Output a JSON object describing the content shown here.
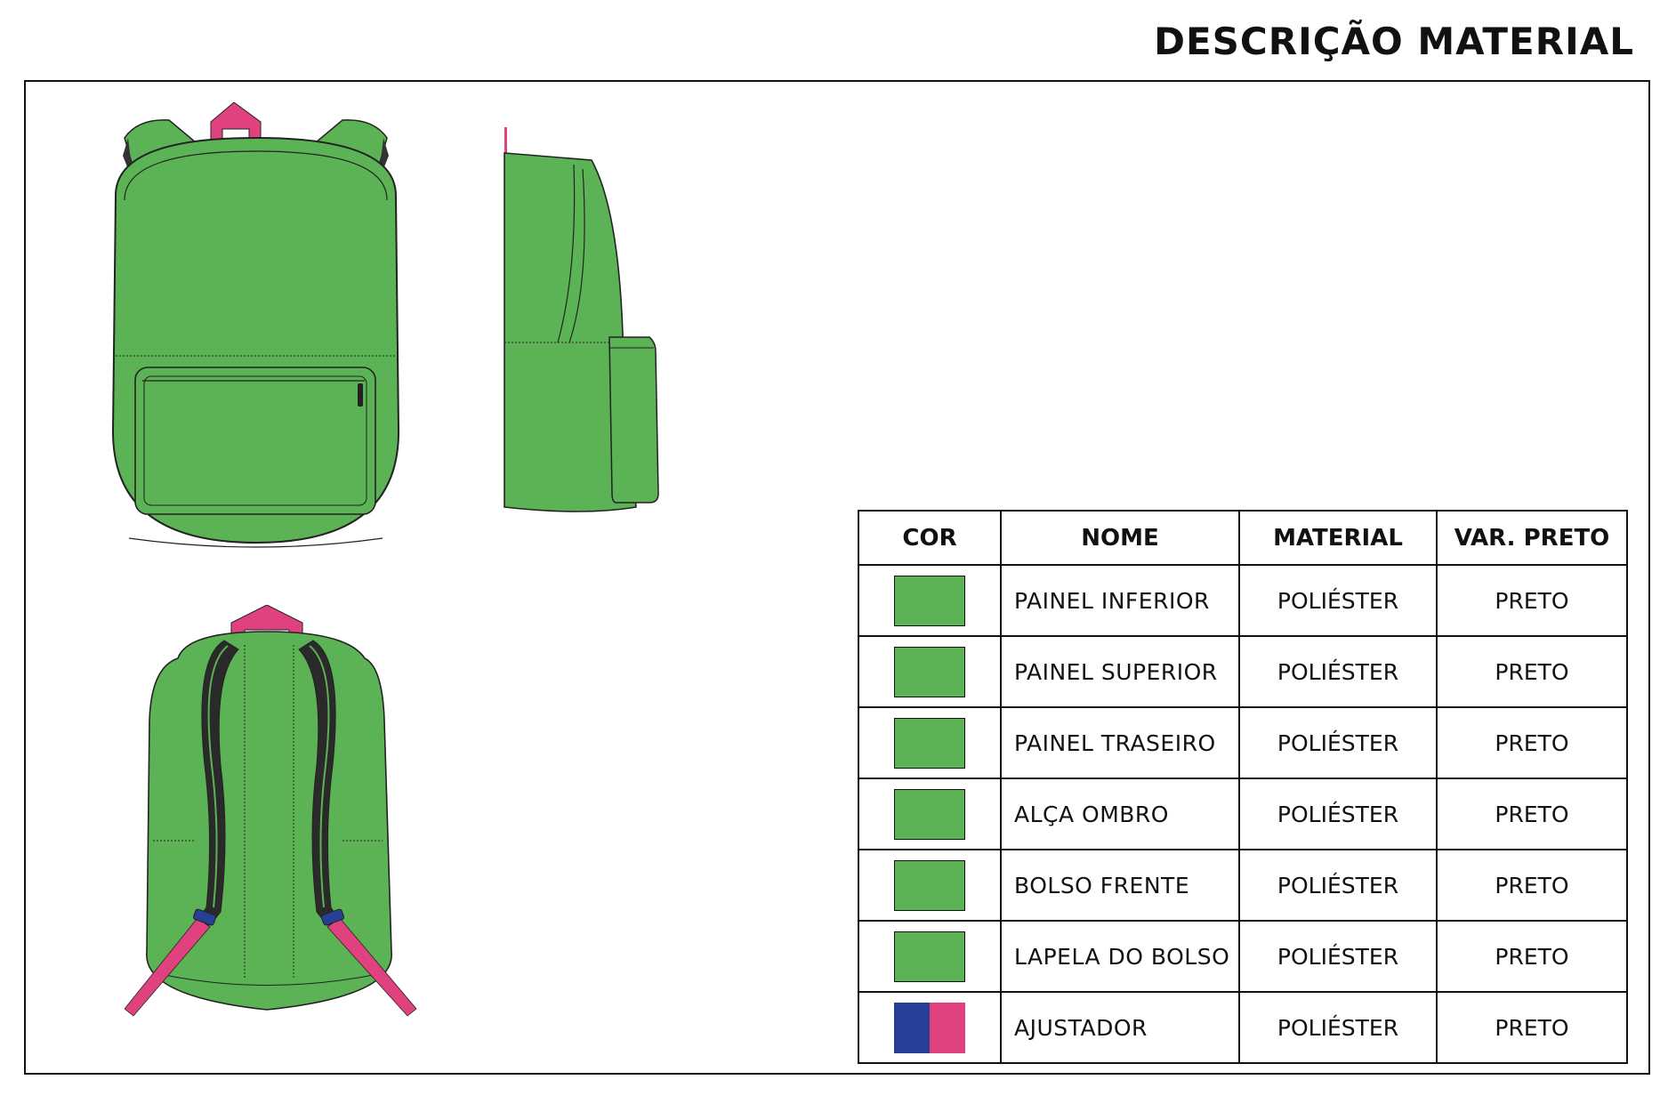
{
  "header": {
    "title": "DESCRIÇÃO MATERIAL"
  },
  "colors": {
    "body_green": "#5cb356",
    "strap_pink": "#e0427f",
    "adjuster_blue": "#283f97",
    "outline": "#222222"
  },
  "table": {
    "headers": [
      "COR",
      "NOME",
      "MATERIAL",
      "VAR. PRETO"
    ],
    "rows": [
      {
        "swatch": [
          "#5cb356"
        ],
        "name": "PAINEL INFERIOR",
        "material": "POLIÉSTER",
        "variant": "PRETO"
      },
      {
        "swatch": [
          "#5cb356"
        ],
        "name": "PAINEL SUPERIOR",
        "material": "POLIÉSTER",
        "variant": "PRETO"
      },
      {
        "swatch": [
          "#5cb356"
        ],
        "name": "PAINEL TRASEIRO",
        "material": "POLIÉSTER",
        "variant": "PRETO"
      },
      {
        "swatch": [
          "#5cb356"
        ],
        "name": "ALÇA OMBRO",
        "material": "POLIÉSTER",
        "variant": "PRETO"
      },
      {
        "swatch": [
          "#5cb356"
        ],
        "name": "BOLSO FRENTE",
        "material": "POLIÉSTER",
        "variant": "PRETO"
      },
      {
        "swatch": [
          "#5cb356"
        ],
        "name": "LAPELA DO BOLSO",
        "material": "POLIÉSTER",
        "variant": "PRETO"
      },
      {
        "swatch": [
          "#283f97",
          "#e0427f"
        ],
        "name": "AJUSTADOR",
        "material": "POLIÉSTER",
        "variant": "PRETO"
      }
    ]
  }
}
